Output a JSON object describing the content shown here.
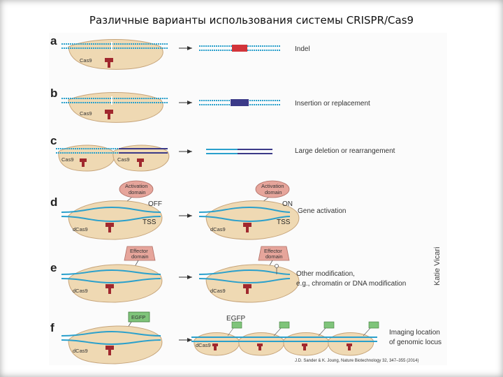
{
  "title": "Различные варианты использования системы CRISPR/Cas9",
  "panels": {
    "a": {
      "letter": "a",
      "protein": "Cas9",
      "outcome": "Indel"
    },
    "b": {
      "letter": "b",
      "protein": "Cas9",
      "outcome": "Insertion or replacement"
    },
    "c": {
      "letter": "c",
      "protein_left": "Cas9",
      "protein_right": "Cas9",
      "outcome": "Large deletion or rearrangement"
    },
    "d": {
      "letter": "d",
      "protein": "dCas9",
      "domain_line1": "Activation",
      "domain_line2": "domain",
      "off_label": "OFF",
      "on_label": "ON",
      "tss_label": "TSS",
      "outcome": "Gene activation"
    },
    "e": {
      "letter": "e",
      "protein": "dCas9",
      "domain_line1": "Effector",
      "domain_line2": "domain",
      "outcome_line1": "Other modification,",
      "outcome_line2": "e.g., chromatin or DNA modification"
    },
    "f": {
      "letter": "f",
      "protein": "dCas9",
      "tag": "EGFP",
      "outcome_line1": "Imaging location",
      "outcome_line2": "of genomic locus"
    }
  },
  "artist_credit": "Katie Vicari",
  "citation": "J.D. Sander & K. Joung, Nature Biotechnology 32, 347–355 (2014)",
  "colors": {
    "dna": "#2aa0cc",
    "dna_dark": "#1a6c9c",
    "protein_fill": "#efd9b3",
    "protein_stroke": "#c6a47a",
    "rna": "#a0282e",
    "domain_fill": "#e6a59b",
    "indel": "#d2343a",
    "insert": "#3b3a88",
    "egfp": "#7fc47a"
  }
}
